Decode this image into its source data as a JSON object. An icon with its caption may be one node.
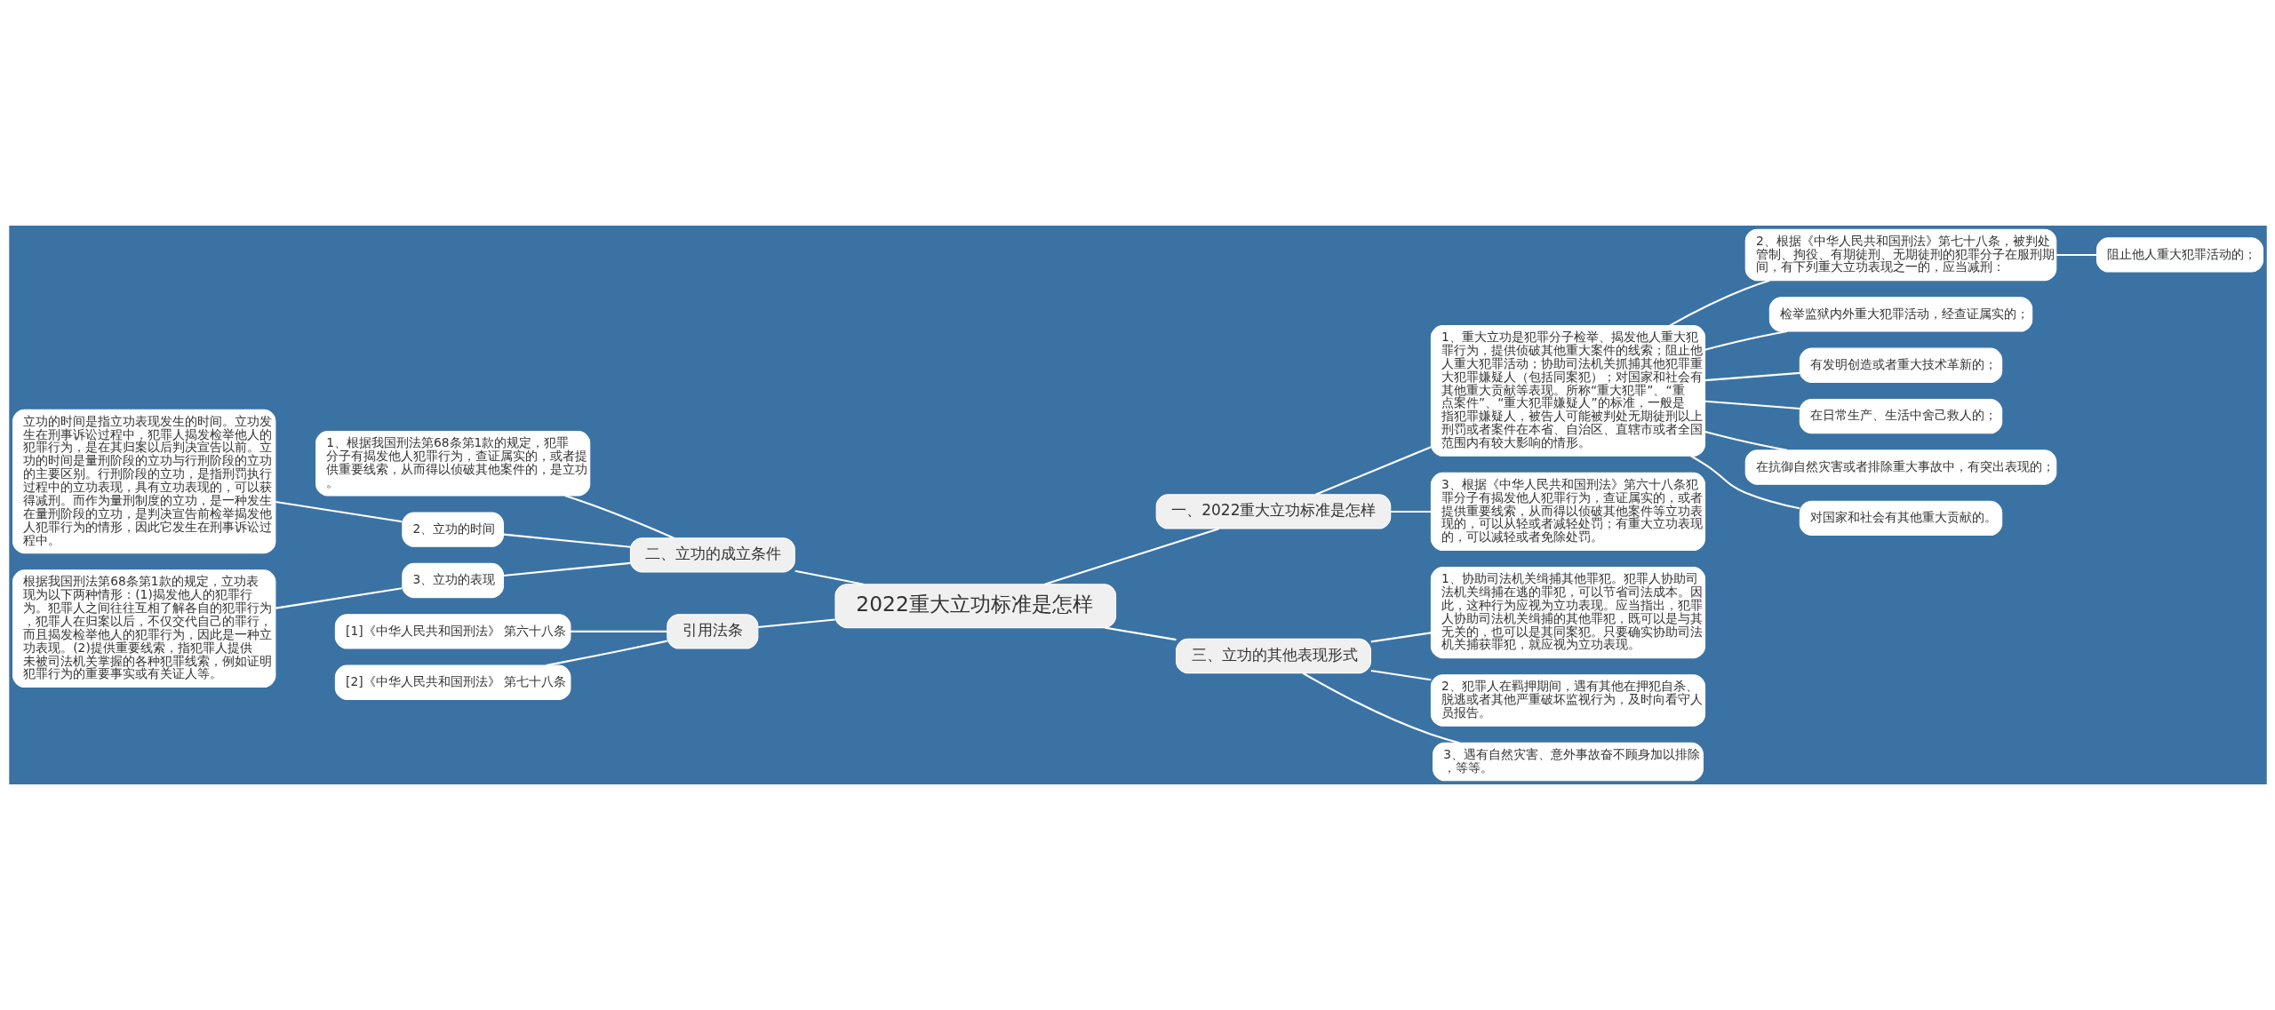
{
  "diagram": {
    "nodes": [
      {
        "text": [
          "2022重大立功标准是怎样"
        ]
      },
      {
        "text": [
          "一、2022重大立功标准是怎样"
        ]
      },
      {
        "text": [
          "1、重大立功是犯罪分子检举、揭发他人重大犯罪行为，提供侦破其他重大案件的线索；阻止他人重大犯罪活动；协助司法机关抓捕其他犯罪重大犯罪嫌疑人（包括同案犯）；对国家和社会有其他重大贡献等表现。所称“重大犯罪”、“重点案件”、“重大犯罪嫌疑人”的标准，一般是指犯罪嫌疑人，被告人可能被判处无期徒刑以上刑罚或者案件在本省、自治区、直辖市或者全国范围内有较大影响的情形。"
        ]
      },
      {
        "text": [
          "2、根据《中华人民共和国刑法》第七十八条，被判处管制、拘役、有期徒刑、无期徒刑的犯罪分子在服刑期间，有下列重大立功表现之一的，应当减刑："
        ]
      },
      {
        "text": [
          "阻止他人重大犯罪活动的；"
        ]
      },
      {
        "text": [
          "检举监狱内外重大犯罪活动，经查证属实的；"
        ]
      },
      {
        "text": [
          "有发明创造或者重大技术革新的；"
        ]
      },
      {
        "text": [
          "在日常生产、生活中舍己救人的；"
        ]
      },
      {
        "text": [
          "在抗御自然灾害或者排除重大事故中，有突出表现的；"
        ]
      },
      {
        "text": [
          "对国家和社会有其他重大贡献的。"
        ]
      },
      {
        "text": [
          "3、根据《中华人民共和国刑法》第六十八条犯罪分子有揭发他人犯罪行为，查证属实的，或者提供重要线索，从而得以侦破其他案件等立功表现的，可以从轻或者减轻处罚；有重大立功表现的，可以减轻或者免除处罚。"
        ]
      },
      {
        "text": [
          "三、立功的其他表现形式"
        ]
      },
      {
        "text": [
          "1、协助司法机关缉捕其他罪犯。犯罪人协助司法机关缉捕在逃的罪犯，可以节省司法成本。因此，这种行为应视为立功表现。应当指出，犯罪人协助司法机关缉捕的其他罪犯，既可以是与其无关的，也可以是其同案犯。只要确实协助司法机关捕获罪犯，就应视为立功表现。"
        ]
      },
      {
        "text": [
          "2、犯罪人在羁押期间，遇有其他在押犯自杀、脱逃或者其他严重破坏监视行为，及时向看守人员报告。"
        ]
      },
      {
        "text": [
          "3、遇有自然灾害、意外事故奋不顾身加以排除，等等。"
        ]
      },
      {
        "text": [
          "二、立功的成立条件"
        ]
      },
      {
        "text": [
          "1、根据我国刑法第68条第1款的规定，犯罪分子有揭发他人犯罪行为，查证属实的，或者提供重要线索，从而得以侦破其他案件的，是立功。"
        ]
      },
      {
        "text": [
          "2、立功的时间"
        ]
      },
      {
        "text": [
          "立功的时间是指立功表现发生的时间。立功发生在刑事诉讼过程中，犯罪人揭发检举他人的犯罪行为，是在其归案以后判决宣告以前。立功的时间是量刑阶段的立功与行刑阶段的立功的主要区别。行刑阶段的立功，是指刑罚执行过程中的立功表现，具有立功表现的，可以获得减刑。而作为量刑制度的立功，是一种发生在量刑阶段的立功，是判决宣告前检举揭发他人犯罪行为的情形，因此它发生在刑事诉讼过程中。"
        ]
      },
      {
        "text": [
          "3、立功的表现"
        ]
      },
      {
        "text": [
          "根据我国刑法第68条第1款的规定，立功表现为以下两种情形：(1)揭发他人的犯罪行为。犯罪人之间往往互相了解各自的犯罪行为，犯罪人在归案以后，不仅交代自己的罪行，而且揭发检举他人的犯罪行为，因此是一种立功表现。(2)提供重要线索，指犯罪人提供未被司法机关掌握的各种犯罪线索，例如证明犯罪行为的重要事实或有关证人等。"
        ]
      },
      {
        "text": [
          "引用法条"
        ]
      },
      {
        "text": [
          "[1]《中华人民共和国刑法》 第六十八条"
        ]
      },
      {
        "text": [
          "[2]《中华人民共和国刑法》 第七十八条"
        ]
      }
    ],
    "edges": [
      {
        "from": 0,
        "to": 1,
        "arrow": "none"
      },
      {
        "from": 1,
        "to": 2,
        "arrow": "none"
      },
      {
        "from": 2,
        "to": 3,
        "arrow": "none"
      },
      {
        "from": 3,
        "to": 4,
        "arrow": "none"
      },
      {
        "from": 2,
        "to": 5,
        "arrow": "none"
      },
      {
        "from": 2,
        "to": 6,
        "arrow": "none"
      },
      {
        "from": 2,
        "to": 7,
        "arrow": "none"
      },
      {
        "from": 2,
        "to": 8,
        "arrow": "none"
      },
      {
        "from": 2,
        "to": 9,
        "arrow": "none"
      },
      {
        "from": 1,
        "to": 10,
        "arrow": "none"
      },
      {
        "from": 0,
        "to": 11,
        "arrow": "none"
      },
      {
        "from": 11,
        "to": 12,
        "arrow": "none"
      },
      {
        "from": 11,
        "to": 13,
        "arrow": "none"
      },
      {
        "from": 11,
        "to": 14,
        "arrow": "none"
      },
      {
        "from": 0,
        "to": 15,
        "arrow": "none"
      },
      {
        "from": 15,
        "to": 16,
        "arrow": "none"
      },
      {
        "from": 15,
        "to": 17,
        "arrow": "none"
      },
      {
        "from": 17,
        "to": 18,
        "arrow": "none"
      },
      {
        "from": 15,
        "to": 19,
        "arrow": "none"
      },
      {
        "from": 19,
        "to": 20,
        "arrow": "none"
      },
      {
        "from": 0,
        "to": 21,
        "arrow": "none"
      },
      {
        "from": 21,
        "to": 22,
        "arrow": "none"
      },
      {
        "from": 21,
        "to": 23,
        "arrow": "none"
      }
    ]
  }
}
